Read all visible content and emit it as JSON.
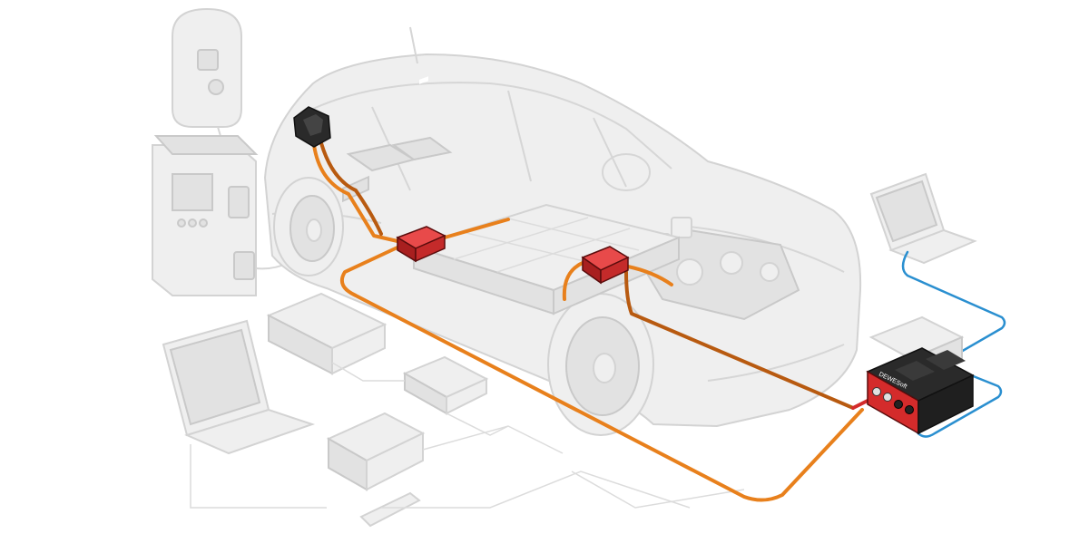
{
  "colors": {
    "signal_cable": "#e8801c",
    "signal_cable_dark": "#b85a10",
    "network_cable": "#2a8fd0",
    "daq_red": "#d42b2b",
    "daq_dark": "#2a2a2a",
    "ghost_fill": "#efefef",
    "ghost_stroke": "#d3d3d3"
  },
  "daq_logo": "DEWESoft",
  "components": [
    {
      "id": "ev-charger",
      "icon": "wallbox-charger-icon"
    },
    {
      "id": "charging-station",
      "icon": "charging-station-icon"
    },
    {
      "id": "electric-car",
      "icon": "car-outline-icon"
    },
    {
      "id": "battery-pack",
      "icon": "battery-pack-icon"
    },
    {
      "id": "sensor-front",
      "icon": "current-sensor-icon"
    },
    {
      "id": "sensor-middle",
      "icon": "current-sensor-icon"
    },
    {
      "id": "data-acquisition-unit",
      "icon": "daq-device-icon"
    },
    {
      "id": "laptop-right",
      "icon": "laptop-icon"
    },
    {
      "id": "laptop-left",
      "icon": "laptop-icon"
    },
    {
      "id": "power-supply",
      "icon": "power-supply-icon"
    },
    {
      "id": "interface-module",
      "icon": "interface-module-icon"
    },
    {
      "id": "daq-secondary",
      "icon": "daq-device-icon"
    },
    {
      "id": "usb-adapter",
      "icon": "usb-adapter-icon"
    }
  ]
}
